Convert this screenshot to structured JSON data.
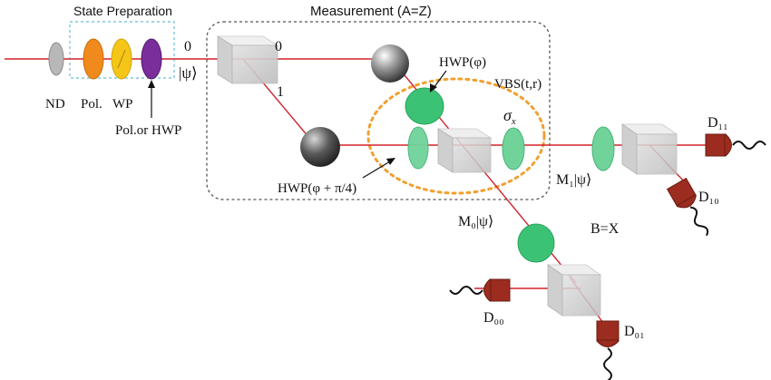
{
  "labels": {
    "state_preparation": "State Preparation",
    "measurement": "Measurement (A=Z)",
    "nd": "ND",
    "pol": "Pol.",
    "wp": "WP",
    "pol_or_hwp": "Pol.or HWP",
    "path0_in": "0",
    "psi_in": "|ψ⟩",
    "path0": "0",
    "path1": "1",
    "hwp_phi": "HWP(φ)",
    "vbs": "VBS(t,r)",
    "sigma": "σ",
    "sigma_sub": "x",
    "hwp_phi_pi4": "HWP(φ + π/4)",
    "m1_psi": "M₁|ψ⟩",
    "m0_psi": "M₀|ψ⟩",
    "b_eq_x": "B=X",
    "d11": "D₁₁",
    "d10": "D₁₀",
    "d00": "D₀₀",
    "d01": "D₀₁"
  },
  "colors": {
    "beam": "#d1242b",
    "wave_plate_green": "#3cc275",
    "pol_orange": "#f08a1c",
    "wp_yellow": "#f5c518",
    "hwp_purple": "#7a2e9b",
    "detector": "#9b2c1f",
    "vbs_ring": "#f0a030",
    "prep_box": "#7ec8e3"
  }
}
